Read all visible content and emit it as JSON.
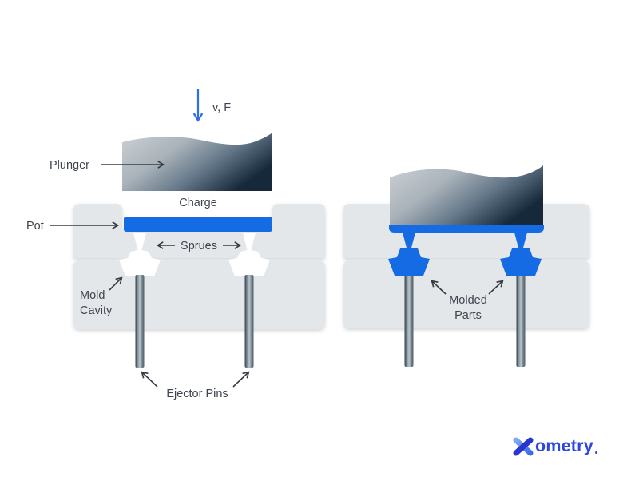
{
  "figure": {
    "description": "Transfer molding process diagram, two stages",
    "left_stage": {
      "velocity_force_label": "v, F",
      "plunger_label": "Plunger",
      "charge_label": "Charge",
      "pot_label": "Pot",
      "sprues_label": "Sprues",
      "mold_cavity_label": "Mold\nCavity",
      "ejector_pins_label": "Ejector Pins"
    },
    "right_stage": {
      "molded_parts_label": "Molded\nParts"
    },
    "colors": {
      "accent_blue": "#146be4",
      "mold_gray": "#e4e7e9",
      "label_text": "#3e454f",
      "arrow_dark": "#353c45",
      "arrow_blue": "#2e6fe2",
      "plunger_light": "#ccd1d5",
      "plunger_dark": "#16293a",
      "pin_dark": "#333e48",
      "pin_light": "#bac5cb",
      "background": "#ffffff"
    }
  },
  "logo": {
    "brand": "Xometry",
    "wordmark_rest": "ometry",
    "x_light_blue": "#76a1f5",
    "x_dark_blue": "#2636ce",
    "text_blue": "#2d47e0"
  }
}
